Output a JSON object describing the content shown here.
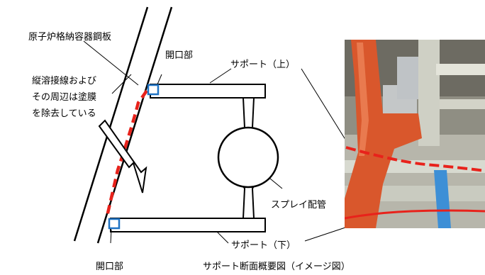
{
  "labels": {
    "containment_plate": "原子炉格納容器鋼板",
    "opening_top": "開口部",
    "opening_bottom": "開口部",
    "support_top": "サポート（上）",
    "support_bottom": "サポート（下）",
    "weld_note_line1": "縦溶接線および",
    "weld_note_line2": "その周辺は塗膜",
    "weld_note_line3": "を除去している",
    "spray_pipe": "スプレイ配管"
  },
  "caption": "サポート断面概要図（イメージ図）",
  "colors": {
    "line": "#000000",
    "highlight": "#e8221b",
    "opening_marker": "#1f73c4",
    "pipe_orange": "#d9572c",
    "pipe_blue": "#3d8fd6"
  },
  "icons": {
    "lightning_arrow": "lightning-arrow-icon"
  }
}
